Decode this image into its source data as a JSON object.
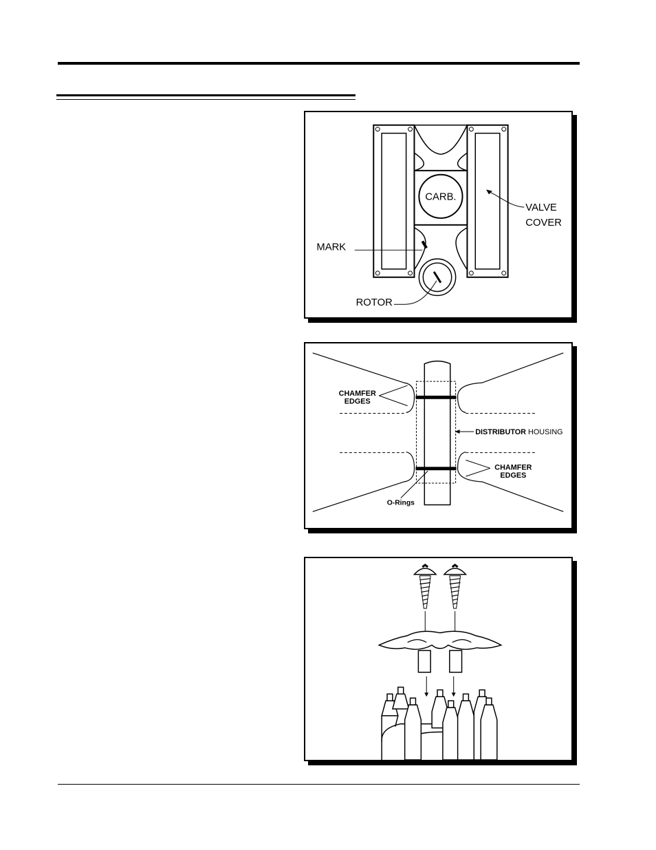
{
  "figure1": {
    "carb_label": "CARB.",
    "valve_label_line1": "VALVE",
    "valve_label_line2": "COVER",
    "mark_label": "MARK",
    "rotor_label": "ROTOR"
  },
  "figure2": {
    "chamfer_top_line1": "CHAMFER",
    "chamfer_top_line2": "EDGES",
    "distributor_label": "DISTRIBUTOR",
    "housing_label": "HOUSING",
    "chamfer_bottom_line1": "CHAMFER",
    "chamfer_bottom_line2": "EDGES",
    "orings_label": "O-Rings"
  }
}
